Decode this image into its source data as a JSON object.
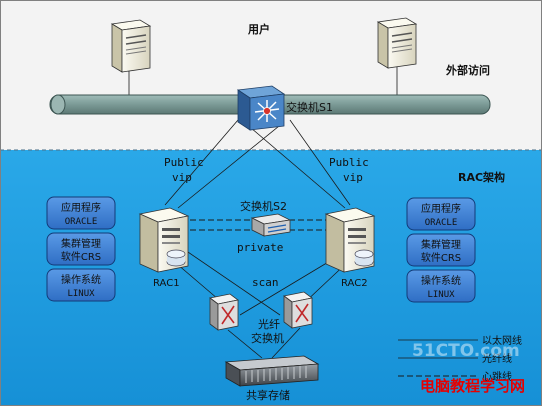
{
  "zones": {
    "top_label": "用户",
    "external_label": "外部访问",
    "bottom_label": "RAC架构"
  },
  "switch_s1": {
    "label": "交换机S1"
  },
  "switch_s2": {
    "label": "交换机S2",
    "sub_label": "private"
  },
  "left_stack": {
    "items": [
      {
        "line1": "应用程序",
        "line2": "ORACLE"
      },
      {
        "line1": "集群管理",
        "line2": "软件CRS"
      },
      {
        "line1": "操作系统",
        "line2": "LINUX"
      }
    ]
  },
  "right_stack": {
    "items": [
      {
        "line1": "应用程序",
        "line2": "ORACLE"
      },
      {
        "line1": "集群管理",
        "line2": "软件CRS"
      },
      {
        "line1": "操作系统",
        "line2": "LINUX"
      }
    ]
  },
  "nodes": {
    "left": {
      "name": "RAC1",
      "public": "Public",
      "vip": "vip"
    },
    "right": {
      "name": "RAC2",
      "public": "Public",
      "vip": "vip"
    }
  },
  "scan_label": "scan",
  "fiber_switch": {
    "line1": "光纤",
    "line2": "交换机"
  },
  "storage": {
    "label": "共享存储"
  },
  "legend": {
    "items": [
      {
        "label": "以太网线"
      },
      {
        "label": "光纤线"
      },
      {
        "label": "心跳线"
      }
    ]
  },
  "watermarks": {
    "site_51cto": "51CTO.com",
    "site_cn": "电脑教程学习网"
  },
  "colors": {
    "blue_zone": "#1e9fe0",
    "top_zone": "#f2f2f2",
    "bus": "#7a9c98",
    "box_fill": "#3f82d6",
    "watermark_red": "#e60000"
  }
}
